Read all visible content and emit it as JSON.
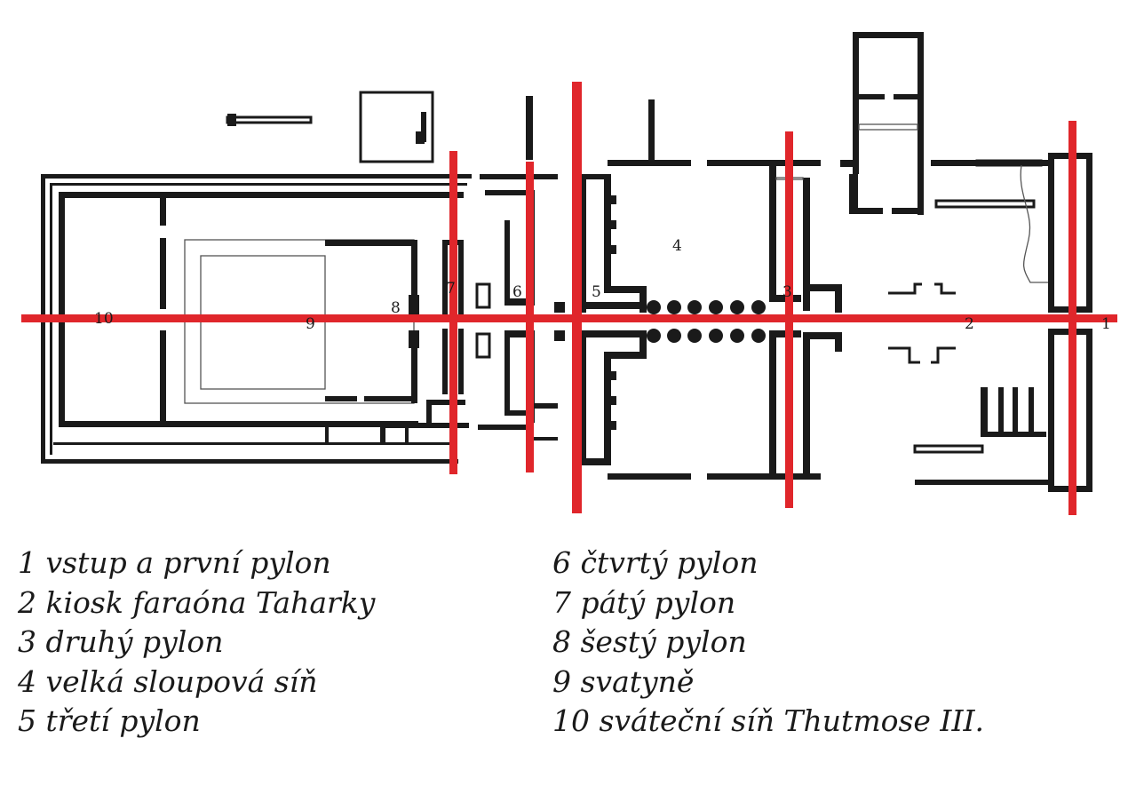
{
  "plan_labels": {
    "l1": "1",
    "l2": "2",
    "l3": "3",
    "l4": "4",
    "l5": "5",
    "l6": "6",
    "l7": "7",
    "l8": "8",
    "l9": "9",
    "l10": "10"
  },
  "legend": {
    "left": [
      "1 vstup a první pylon",
      "2 kiosk faraóna Taharky",
      "3 druhý pylon",
      "4 velká sloupová síň",
      "5 třetí pylon"
    ],
    "right": [
      "6 čtvrtý pylon",
      "7 pátý pylon",
      "8 šestý pylon",
      "9 svatyně",
      "10 sváteční síň Thutmose III."
    ]
  },
  "colors": {
    "axis_lines": "#e0262b",
    "walls": "#1a1a1a"
  }
}
